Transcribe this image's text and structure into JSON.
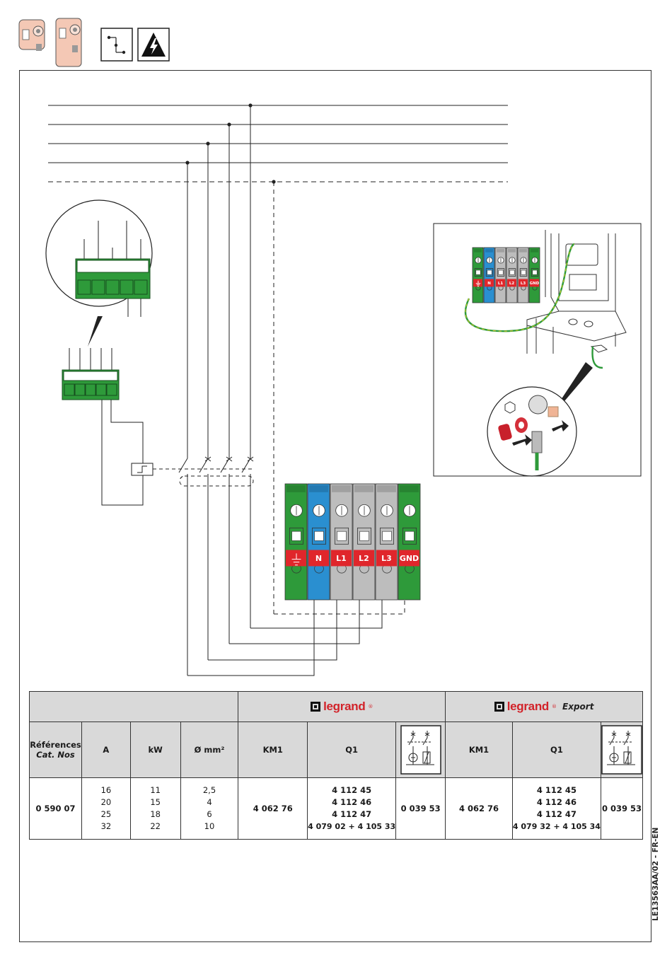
{
  "terminals": {
    "labels": [
      "N",
      "L1",
      "L2",
      "L3",
      "GND"
    ]
  },
  "inset_terminals": {
    "labels": [
      "N",
      "L1",
      "L2",
      "L3",
      "GND"
    ]
  },
  "document_code": "LE13563AA/02 - FR-EN",
  "table": {
    "brand_name": "legrand",
    "brand_export_suffix": "Export",
    "headers": {
      "references": "Références",
      "cat_nos": "Cat. Nos",
      "amps": "A",
      "kw": "kW",
      "section": "Ø mm²",
      "km1": "KM1",
      "q1": "Q1"
    },
    "row": {
      "reference": "0 590 07",
      "amps": [
        "16",
        "20",
        "25",
        "32"
      ],
      "kw": [
        "11",
        "15",
        "18",
        "22"
      ],
      "section": [
        "2,5",
        "4",
        "6",
        "10"
      ],
      "legrand": {
        "km1": "4 062 76",
        "q1": [
          "4 112 45",
          "4 112 46",
          "4 112 47",
          "4  079 02 + 4 105 33"
        ],
        "protection": "0 039 53"
      },
      "export": {
        "km1": "4 062 76",
        "q1": [
          "4 112 45",
          "4 112 46",
          "4 112 47",
          "4  079 32 + 4 105 34"
        ],
        "protection": "0 039 53"
      }
    }
  },
  "icons": [
    "charging-station-icon",
    "switch-circuit-icon",
    "electric-hazard-icon",
    "residual-current-breaker-icon"
  ],
  "colors": {
    "terminal_green": "#2e9a3a",
    "terminal_blue": "#2a8fd0",
    "terminal_grey": "#bdbdbd",
    "label_red": "#e0262b",
    "brand_red": "#d2232a",
    "header_grey": "#d9d9d9",
    "device_pink": "#f4c8b5"
  }
}
